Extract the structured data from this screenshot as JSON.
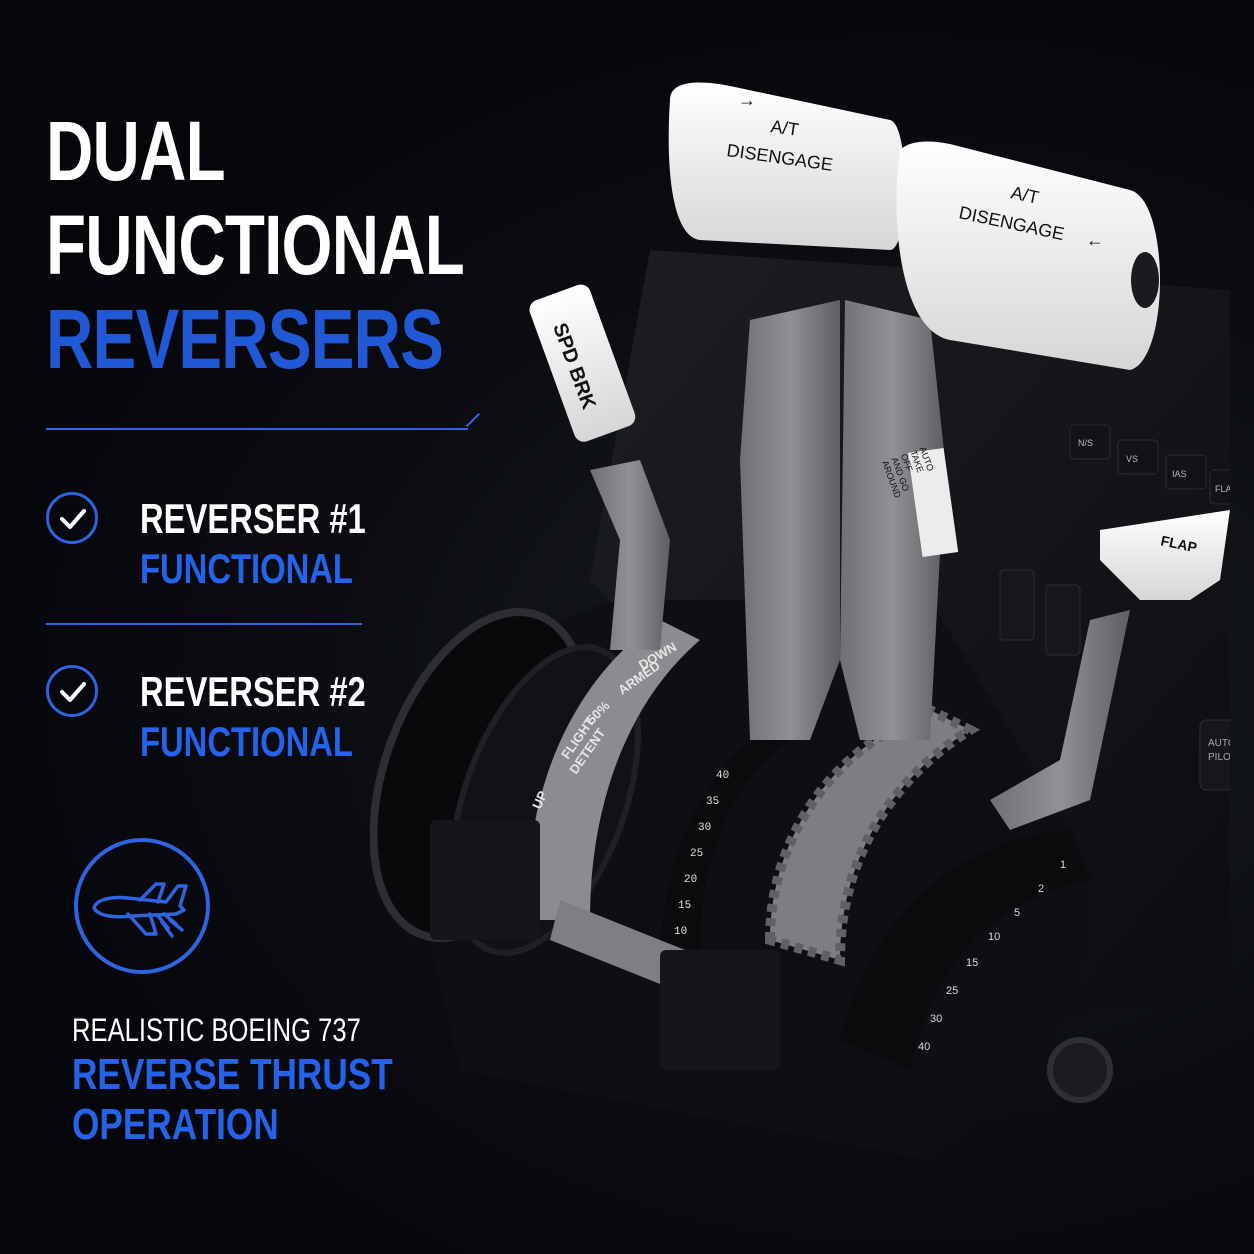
{
  "headline": {
    "line1": "DUAL",
    "line2": "FUNCTIONAL",
    "line3": "REVERSERS"
  },
  "features": [
    {
      "title": "REVERSER #1",
      "status": "FUNCTIONAL"
    },
    {
      "title": "REVERSER #2",
      "status": "FUNCTIONAL"
    }
  ],
  "tagline": {
    "line1": "REALISTIC BOEING 737",
    "line2": "REVERSE THRUST",
    "line3": "OPERATION"
  },
  "product": {
    "handle_left": {
      "arrow": "→",
      "top": "A/T",
      "bottom": "DISENGAGE"
    },
    "handle_right": {
      "arrow": "←",
      "top": "A/T",
      "bottom": "DISENGAGE"
    },
    "speedbrake_label": "SPD BRK",
    "flap_label": "FLAP",
    "toga_placard": [
      "AUTO",
      "TAKE",
      "OFF",
      "AND GO",
      "AROUND"
    ],
    "speedbrake_detents": [
      "DOWN",
      "ARMED",
      "50%",
      "FLIGHT",
      "DETENT",
      "UP"
    ],
    "mcp_buttons": [
      "N/S",
      "VS",
      "IAS",
      "FLAPS"
    ],
    "autopilot_button": [
      "AUTO",
      "PILOT"
    ],
    "trim_scale": [
      "40",
      "35",
      "30",
      "25",
      "20",
      "15",
      "10"
    ],
    "flap_scale": [
      "1",
      "2",
      "5",
      "10",
      "15",
      "25",
      "30",
      "40"
    ]
  },
  "colors": {
    "accent": "#2563eb",
    "text": "#ffffff",
    "background": "#05070c"
  }
}
